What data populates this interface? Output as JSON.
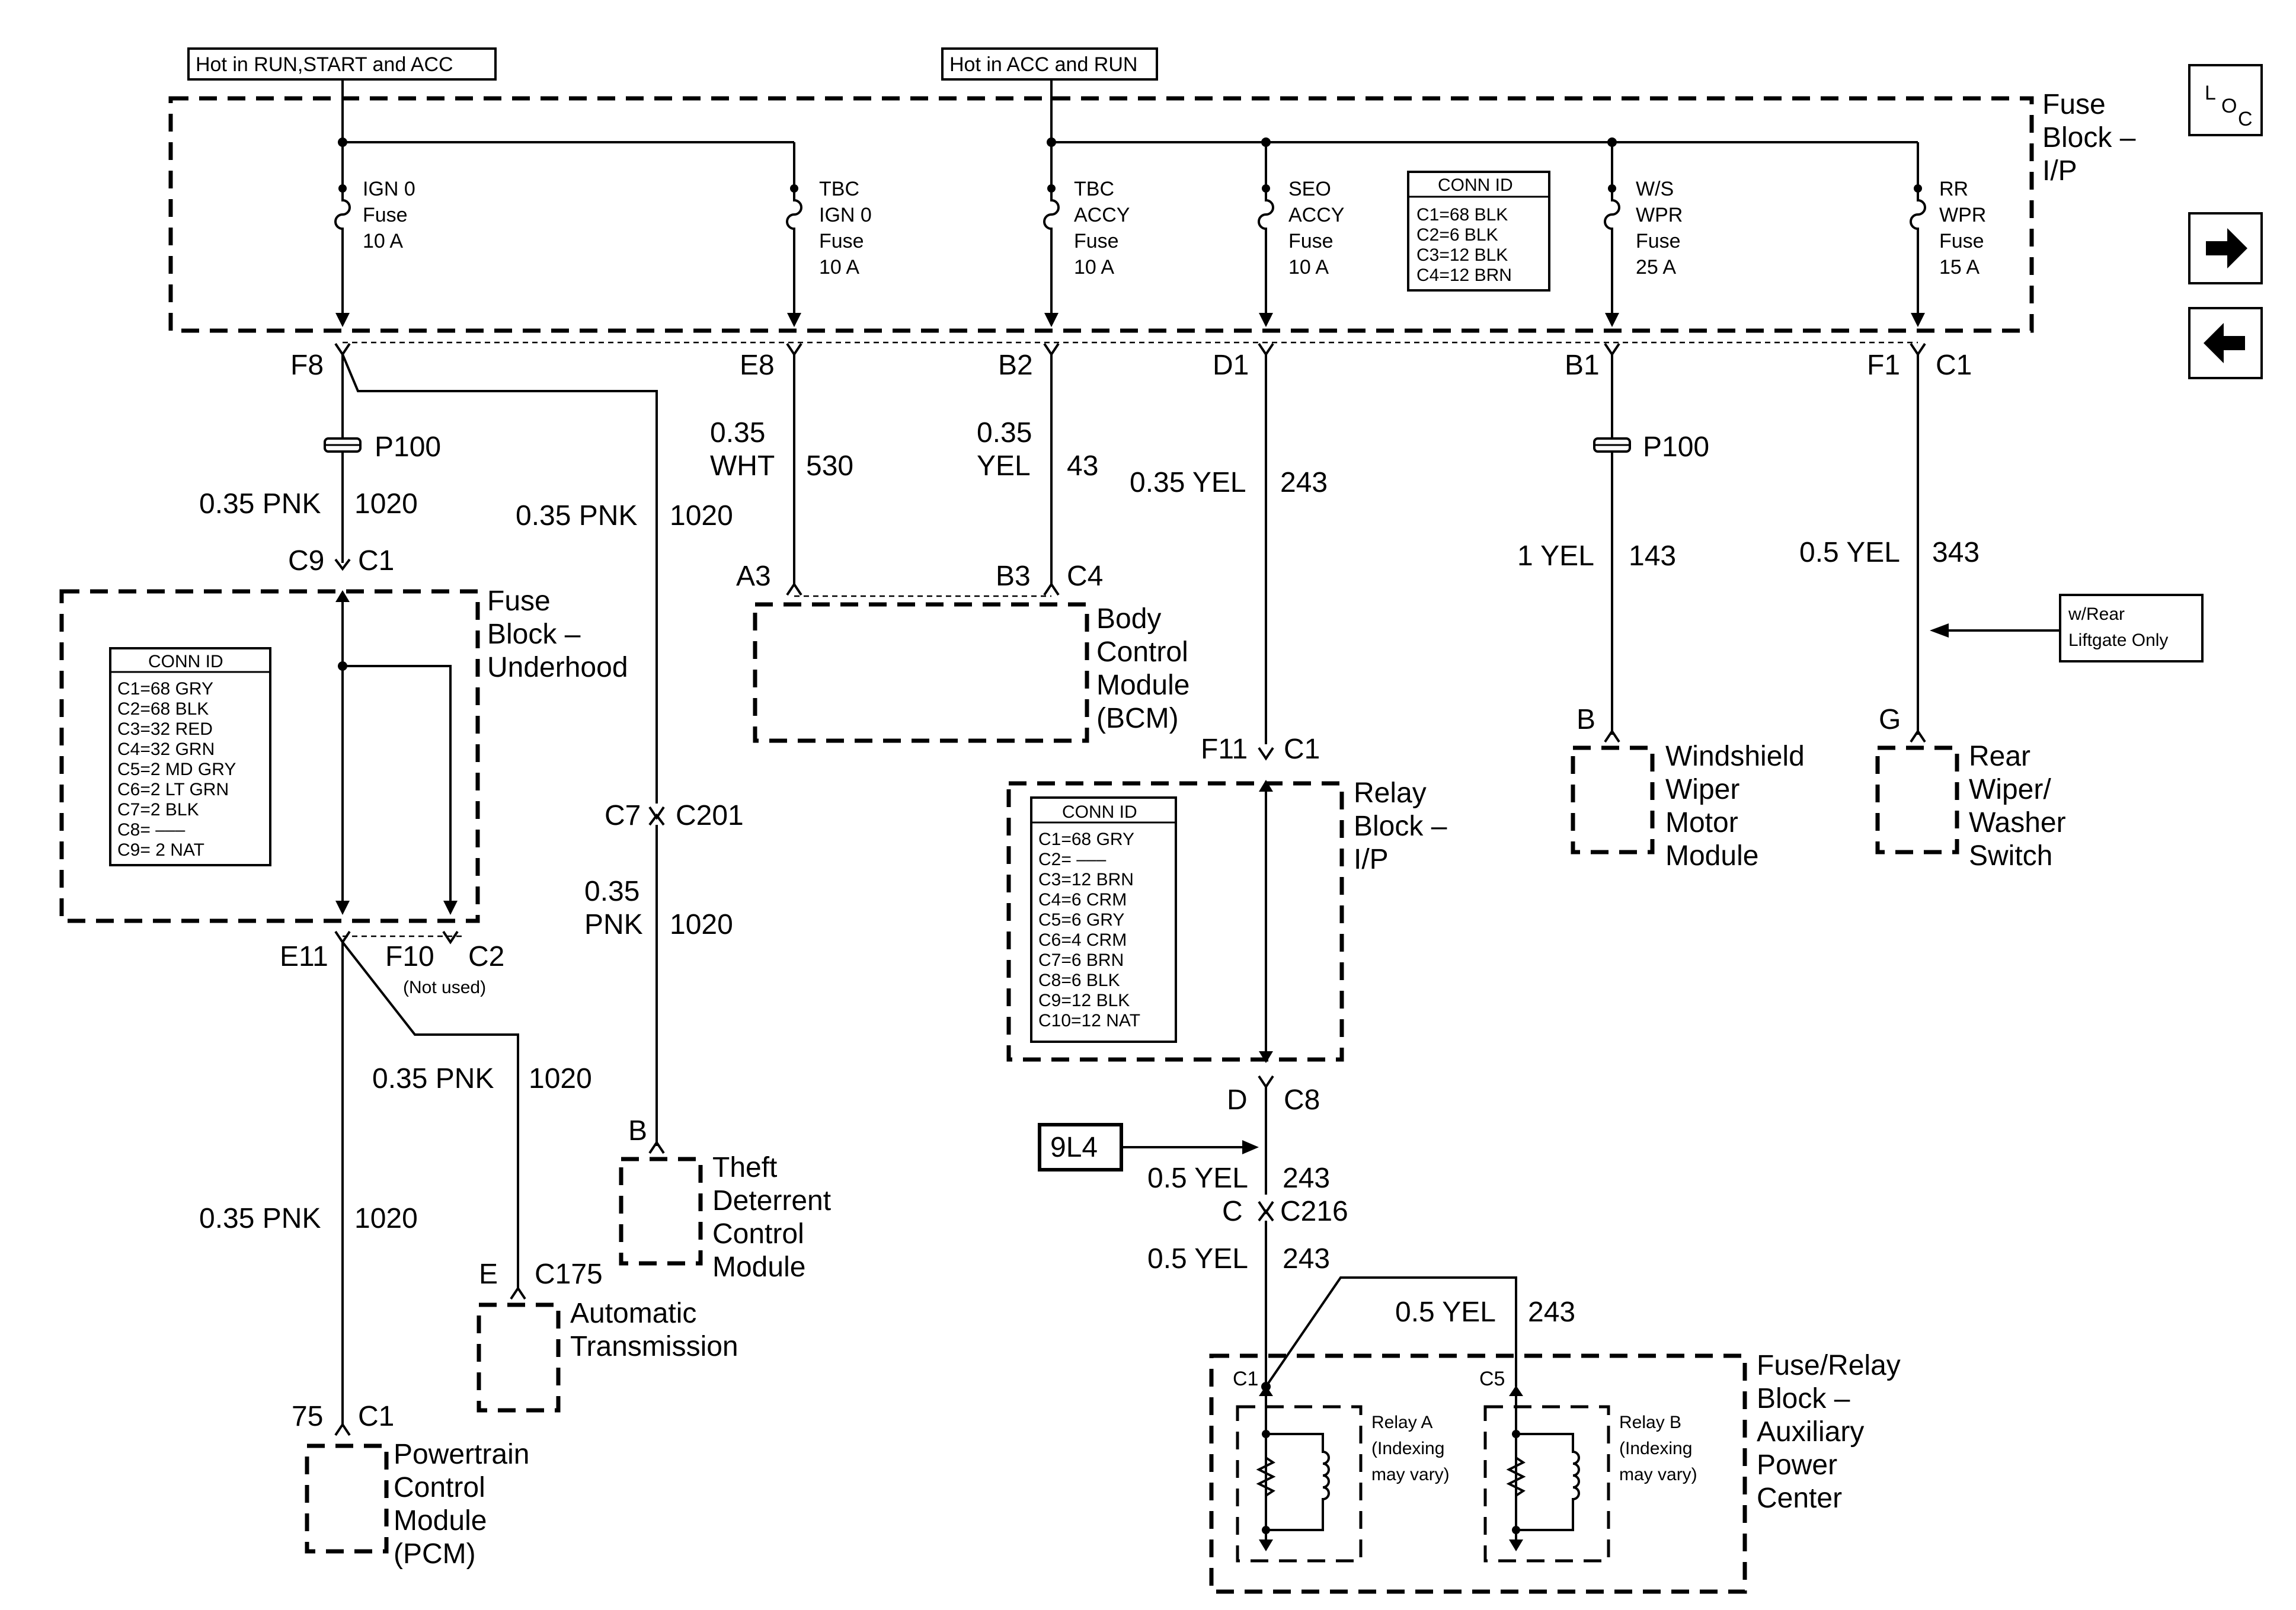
{
  "nav": {
    "loc": "LOC",
    "loc_L": "L",
    "loc_O": "O",
    "loc_C": "C",
    "next_icon": "arrow-right-icon",
    "prev_icon": "arrow-left-icon"
  },
  "top_labels": {
    "hot_run_start_acc": "Hot in RUN,START and ACC",
    "hot_acc_run": "Hot in ACC and RUN"
  },
  "fuse_block_ip": {
    "title": [
      "Fuse",
      "Block –",
      "I/P"
    ],
    "fuses": [
      {
        "lines": [
          "IGN 0",
          "Fuse",
          "10 A"
        ]
      },
      {
        "lines": [
          "TBC",
          "IGN 0",
          "Fuse",
          "10 A"
        ]
      },
      {
        "lines": [
          "TBC",
          "ACCY",
          "Fuse",
          "10 A"
        ]
      },
      {
        "lines": [
          "SEO",
          "ACCY",
          "Fuse",
          "10 A"
        ]
      },
      {
        "lines": [
          "W/S",
          "WPR",
          "Fuse",
          "25 A"
        ]
      },
      {
        "lines": [
          "RR",
          "WPR",
          "Fuse",
          "15 A"
        ]
      }
    ],
    "conn_id": {
      "header": "CONN ID",
      "rows": [
        "C1=68 BLK",
        "C2=6 BLK",
        "C3=12 BLK",
        "C4=12 BRN"
      ]
    },
    "pins": {
      "f8": "F8",
      "e8": "E8",
      "b2": "B2",
      "d1": "D1",
      "b1": "B1",
      "f1": "F1",
      "c1": "C1"
    }
  },
  "splices": {
    "p100_left": "P100",
    "p100_right": "P100"
  },
  "wires": {
    "w1": {
      "gauge": "0.35 PNK",
      "circuit": "1020"
    },
    "w2": {
      "gauge": "0.35 PNK",
      "circuit": "1020"
    },
    "w530": {
      "gauge_a": "0.35",
      "gauge_b": "WHT",
      "circuit": "530"
    },
    "w43": {
      "gauge_a": "0.35",
      "gauge_b": "YEL",
      "circuit": "43"
    },
    "w243a": {
      "gauge": "0.35 YEL",
      "circuit": "243"
    },
    "w143": {
      "gauge": "1 YEL",
      "circuit": "143"
    },
    "w343": {
      "gauge": "0.5 YEL",
      "circuit": "343"
    },
    "w1020_tdcm": {
      "gauge_a": "0.35",
      "gauge_b": "PNK",
      "circuit": "1020"
    },
    "w1020_trans": {
      "gauge": "0.35 PNK",
      "circuit": "1020"
    },
    "w1020_pcm": {
      "gauge": "0.35 PNK",
      "circuit": "1020"
    },
    "w243b": {
      "gauge": "0.5 YEL",
      "circuit": "243"
    },
    "w243c": {
      "gauge": "0.5 YEL",
      "circuit": "243"
    },
    "w243d": {
      "gauge": "0.5 YEL",
      "circuit": "243"
    }
  },
  "connectors": {
    "c9": "C9",
    "c1_uh": "C1",
    "a3": "A3",
    "b3": "B3",
    "c4": "C4",
    "c7": "C7",
    "c201": "C201",
    "e11": "E11",
    "f10": "F10",
    "c2": "C2",
    "not_used": "(Not used)",
    "f11": "F11",
    "c1_relay": "C1",
    "d": "D",
    "c8": "C8",
    "c": "C",
    "c216": "C216",
    "b_wiper": "B",
    "g_rear": "G",
    "b_tdcm": "B",
    "e_trans": "E",
    "c175": "C175",
    "pin75": "75",
    "c1_pcm": "C1",
    "c1_aux": "C1",
    "c5_aux": "C5"
  },
  "fuse_block_underhood": {
    "title": [
      "Fuse",
      "Block –",
      "Underhood"
    ],
    "conn_id": {
      "header": "CONN ID",
      "rows": [
        "C1=68 GRY",
        "C2=68 BLK",
        "C3=32 RED",
        "C4=32 GRN",
        "C5=2 MD GRY",
        "C6=2 LT GRN",
        "C7=2 BLK",
        "C8= –––",
        "C9= 2 NAT"
      ]
    }
  },
  "relay_block_ip": {
    "title": [
      "Relay",
      "Block –",
      "I/P"
    ],
    "conn_id": {
      "header": "CONN ID",
      "rows": [
        "C1=68 GRY",
        "C2= –––",
        "C3=12 BRN",
        "C4=6 CRM",
        "C5=6 GRY",
        "C6=4 CRM",
        "C7=6 BRN",
        "C8=6 BLK",
        "C9=12 BLK",
        "C10=12 NAT"
      ]
    }
  },
  "components": {
    "bcm": [
      "Body",
      "Control",
      "Module",
      "(BCM)"
    ],
    "wiper": [
      "Windshield",
      "Wiper",
      "Motor",
      "Module"
    ],
    "rear_wiper": [
      "Rear",
      "Wiper/",
      "Washer",
      "Switch"
    ],
    "tdcm": [
      "Theft",
      "Deterrent",
      "Control",
      "Module"
    ],
    "trans": [
      "Automatic",
      "Transmission"
    ],
    "pcm": [
      "Powertrain",
      "Control",
      "Module",
      "(PCM)"
    ],
    "aux": [
      "Fuse/Relay",
      "Block –",
      "Auxiliary",
      "Power",
      "Center"
    ]
  },
  "notes": {
    "rear_liftgate": [
      "w/Rear",
      "Liftgate Only"
    ],
    "ref_9l4": "9L4"
  },
  "relays": {
    "a": [
      "Relay A",
      "(Indexing",
      "may vary)"
    ],
    "b": [
      "Relay B",
      "(Indexing",
      "may vary)"
    ]
  }
}
